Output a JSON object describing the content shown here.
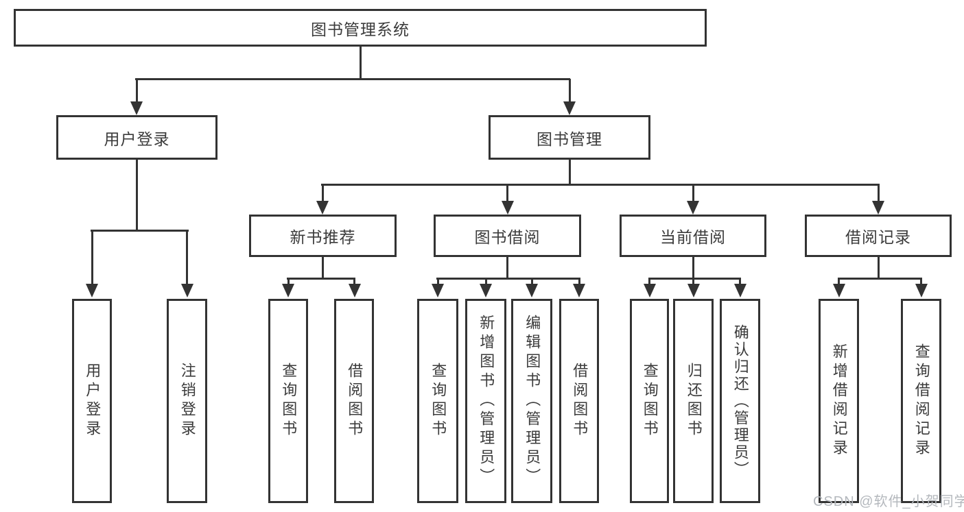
{
  "diagram": {
    "watermark": "CSDN @软件_小贺同学",
    "colors": {
      "line": "#333333",
      "text": "#3b3b3b",
      "watermark": "#b4b8bd",
      "background": "#ffffff"
    },
    "root": {
      "label": "图书管理系统",
      "children": [
        {
          "label": "用户登录",
          "children": [
            {
              "label": "用户登录"
            },
            {
              "label": "注销登录"
            }
          ]
        },
        {
          "label": "图书管理",
          "children": [
            {
              "label": "新书推荐",
              "children": [
                {
                  "label": "查询图书"
                },
                {
                  "label": "借阅图书"
                }
              ]
            },
            {
              "label": "图书借阅",
              "children": [
                {
                  "label": "查询图书"
                },
                {
                  "label": "新增图书（管理员）"
                },
                {
                  "label": "编辑图书（管理员）"
                },
                {
                  "label": "借阅图书"
                }
              ]
            },
            {
              "label": "当前借阅",
              "children": [
                {
                  "label": "查询图书"
                },
                {
                  "label": "归还图书"
                },
                {
                  "label": "确认归还（管理员）"
                }
              ]
            },
            {
              "label": "借阅记录",
              "children": [
                {
                  "label": "新增借阅记录"
                },
                {
                  "label": "查询借阅记录"
                }
              ]
            }
          ]
        }
      ]
    }
  }
}
